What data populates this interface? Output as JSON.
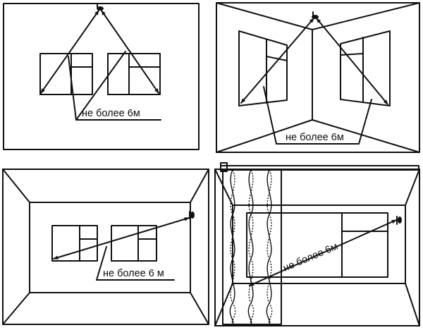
{
  "panels": [
    {
      "id": "top-left",
      "caption": "не более 6м"
    },
    {
      "id": "top-right",
      "caption": "не более 6м"
    },
    {
      "id": "bottom-left",
      "caption": "не более 6 м"
    },
    {
      "id": "bottom-right",
      "caption": "не более 6м"
    }
  ],
  "icons": {
    "sensor": "sensor-icon",
    "arrow": "double-arrow"
  },
  "colors": {
    "line": "#111111",
    "background": "#ffffff"
  }
}
